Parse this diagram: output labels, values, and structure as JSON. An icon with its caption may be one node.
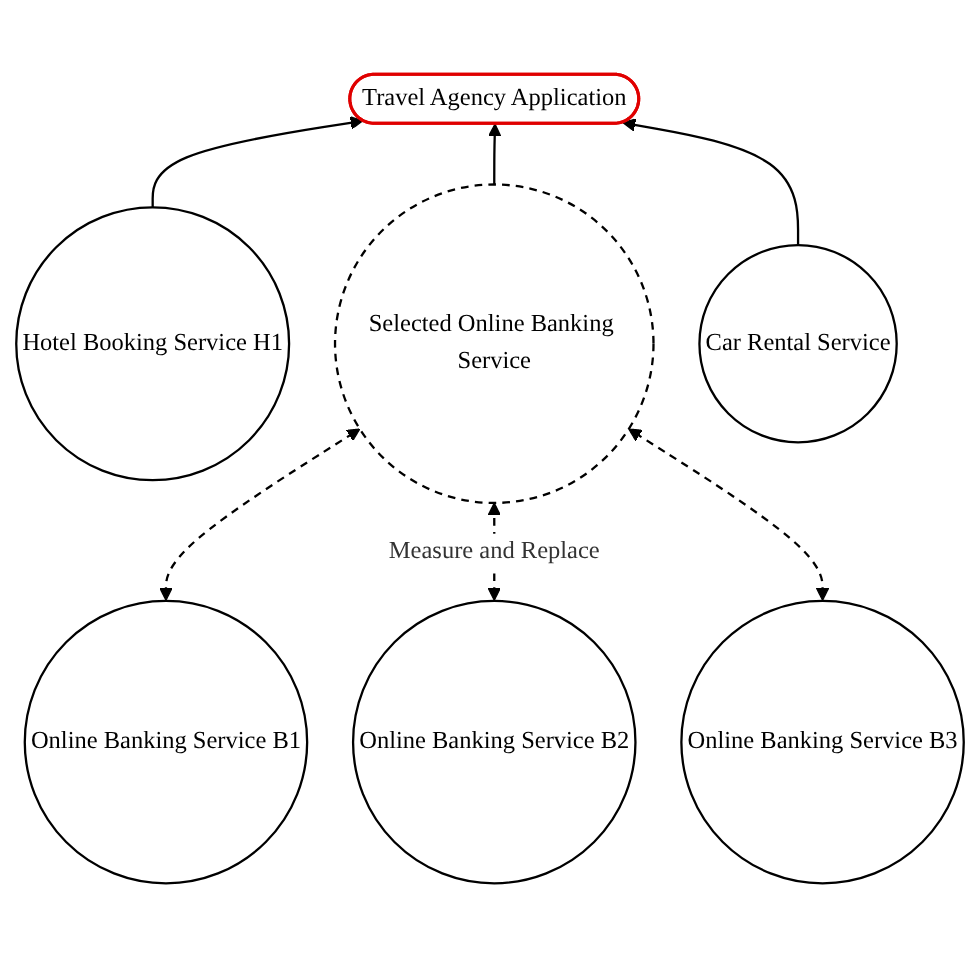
{
  "diagram": {
    "nodes": [
      {
        "text": [
          "Travel Agency Application"
        ]
      },
      {
        "text": [
          "Hotel Booking Service H1"
        ]
      },
      {
        "text": [
          "Selected Online Banking Service"
        ]
      },
      {
        "text": [
          "Car Rental Service"
        ]
      },
      {
        "text": [
          "Online Banking Service B1"
        ]
      },
      {
        "text": [
          "Online Banking Service B2"
        ]
      },
      {
        "text": [
          "Online Banking Service B3"
        ]
      }
    ],
    "edges": [
      {
        "from": 1,
        "to": 0,
        "arrow": "to"
      },
      {
        "from": 2,
        "to": 0,
        "arrow": "to"
      },
      {
        "from": 3,
        "to": 0,
        "arrow": "to"
      },
      {
        "from": 4,
        "to": 2,
        "arrow": "both",
        "style": "dashed"
      },
      {
        "from": 5,
        "to": 2,
        "arrow": "both",
        "style": "dashed",
        "label": "Measure and Replace"
      },
      {
        "from": 6,
        "to": 2,
        "arrow": "both",
        "style": "dashed"
      }
    ]
  }
}
